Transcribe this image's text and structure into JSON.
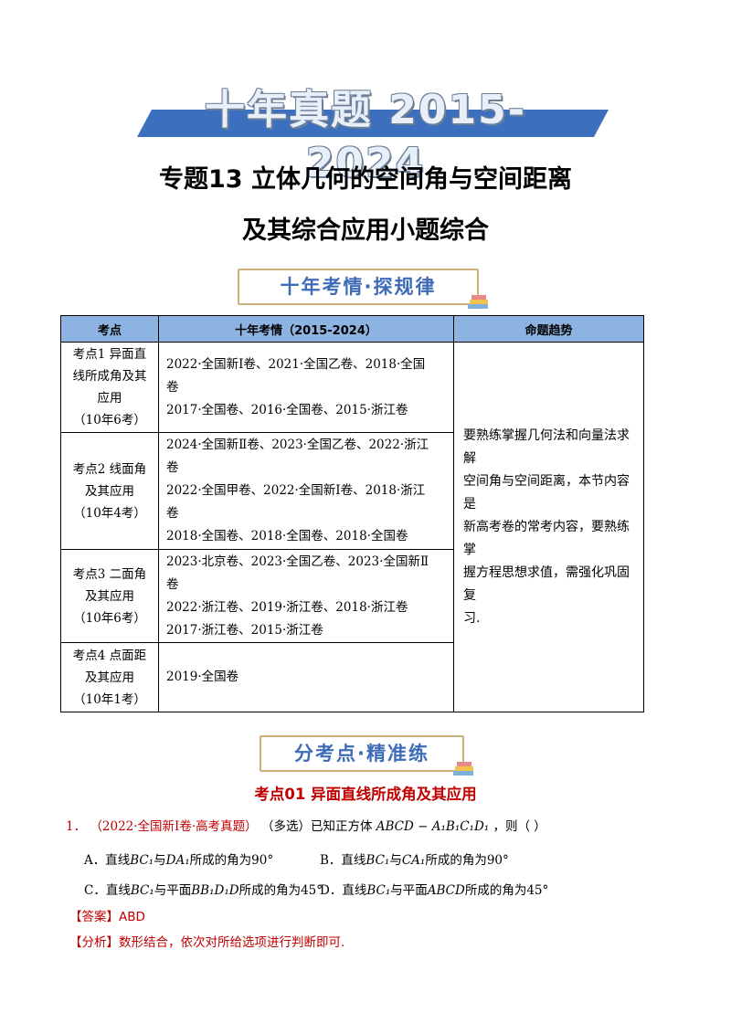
{
  "banner": "十年真题 2015-2024",
  "title_line1": "专题13  立体几何的空间角与空间距离",
  "title_line2": "及其综合应用小题综合",
  "pill1": "十年考情·探规律",
  "table": {
    "headers": [
      "考点",
      "十年考情（2015-2024）",
      "命题趋势"
    ],
    "rows": [
      {
        "kd": [
          "考点1 异面直",
          "线所成角及其",
          "应用",
          "（10年6考）"
        ],
        "years": [
          "2022·全国新Ⅰ卷、2021·全国乙卷、2018·全国",
          "卷",
          "2017·全国卷、2016·全国卷、2015·浙江卷"
        ]
      },
      {
        "kd": [
          "考点2 线面角",
          "及其应用",
          "（10年4考）"
        ],
        "years": [
          "2024·全国新Ⅱ卷、2023·全国乙卷、2022·浙江",
          "卷",
          "2022·全国甲卷、2022·全国新Ⅰ卷、2018·浙江",
          "卷",
          "2018·全国卷、2018·全国卷、2018·全国卷"
        ]
      },
      {
        "kd": [
          "考点3 二面角",
          "及其应用",
          "（10年6考）"
        ],
        "years": [
          "2023·北京卷、2023·全国乙卷、2023·全国新Ⅱ",
          "卷",
          "2022·浙江卷、2019·浙江卷、2018·浙江卷",
          "2017·浙江卷、2015·浙江卷"
        ]
      },
      {
        "kd": [
          "考点4 点面距",
          "及其应用",
          "（10年1考）"
        ],
        "years": [
          "2019·全国卷"
        ]
      }
    ],
    "trend": [
      "要熟练掌握几何法和向量法求解",
      "空间角与空间距离，本节内容是",
      "新高考卷的常考内容，要熟练掌",
      "握方程思想求值，需强化巩固复",
      "习."
    ]
  },
  "pill2": "分考点·精准练",
  "section_title": "考点01  异面直线所成角及其应用",
  "question": {
    "num": "1．",
    "source": "（2022·全国新Ⅰ卷·高考真题）",
    "text": "（多选）已知正方体",
    "math": "ABCD − A₁B₁C₁D₁",
    "end": "，则（    ）"
  },
  "options": {
    "A_pre": "A．直线",
    "A_m1": "BC₁",
    "A_mid": "与",
    "A_m2": "DA₁",
    "A_post": "所成的角为90°",
    "B_pre": "B．直线",
    "B_m1": "BC₁",
    "B_mid": "与",
    "B_m2": "CA₁",
    "B_post": "所成的角为90°",
    "C_pre": "C．直线",
    "C_m1": "BC₁",
    "C_mid": "与平面",
    "C_m2": "BB₁D₁D",
    "C_post": "所成的角为45°",
    "D_pre": "D．直线",
    "D_m1": "BC₁",
    "D_mid": "与平面",
    "D_m2": "ABCD",
    "D_post": "所成的角为45°"
  },
  "answer_label": "【答案】",
  "answer": "ABD",
  "analysis_label": "【分析】",
  "analysis": "数形结合，依次对所给选项进行判断即可."
}
